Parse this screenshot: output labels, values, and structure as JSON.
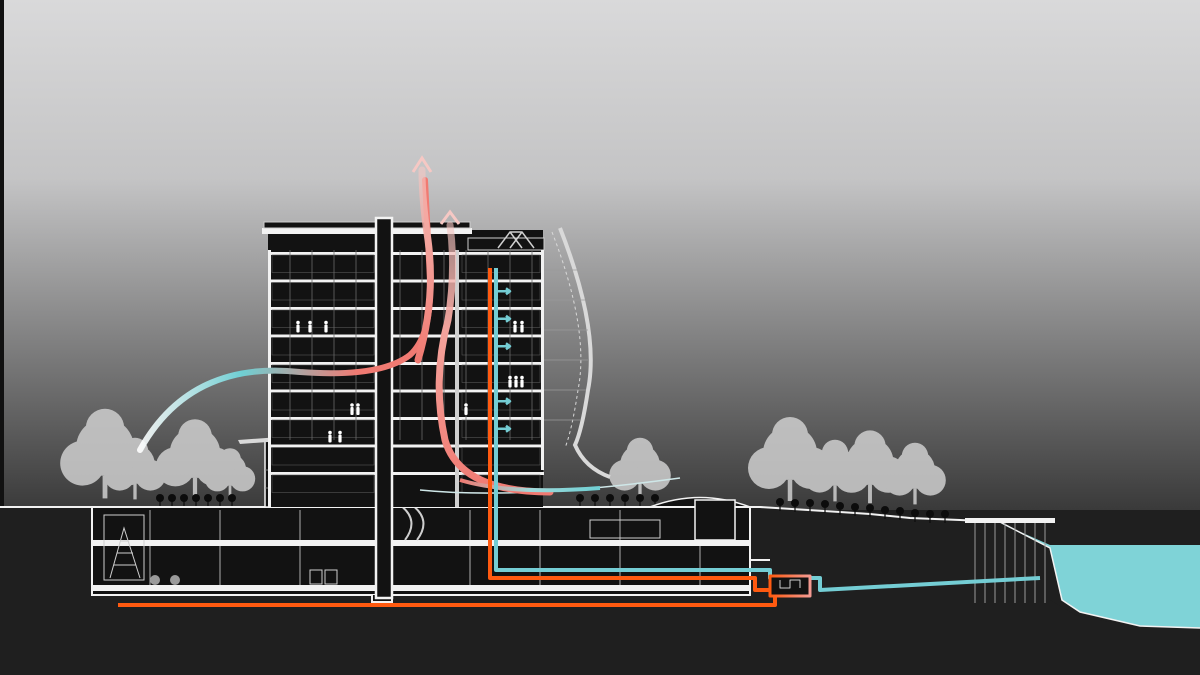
{
  "title": "",
  "colors": {
    "sky_top": "#d9d9da",
    "sky_bottom": "#3a3a3a",
    "ground": "#1f1f1f",
    "building": "#121212",
    "outline": "#f2f2f2",
    "trees": "#cfcfcf",
    "water": "#7fd3d7",
    "cool_air": "#6fcfd3",
    "warm_air": "#f07a72",
    "hot_water_pipe": "#ff5a10",
    "cool_water_pipe": "#74cdd4",
    "human_figures": "#ffffff"
  },
  "elements": {
    "tower_floors": 9,
    "podium_floors": 5,
    "basement_levels": 2,
    "occupied_floors_with_figures": 4
  }
}
